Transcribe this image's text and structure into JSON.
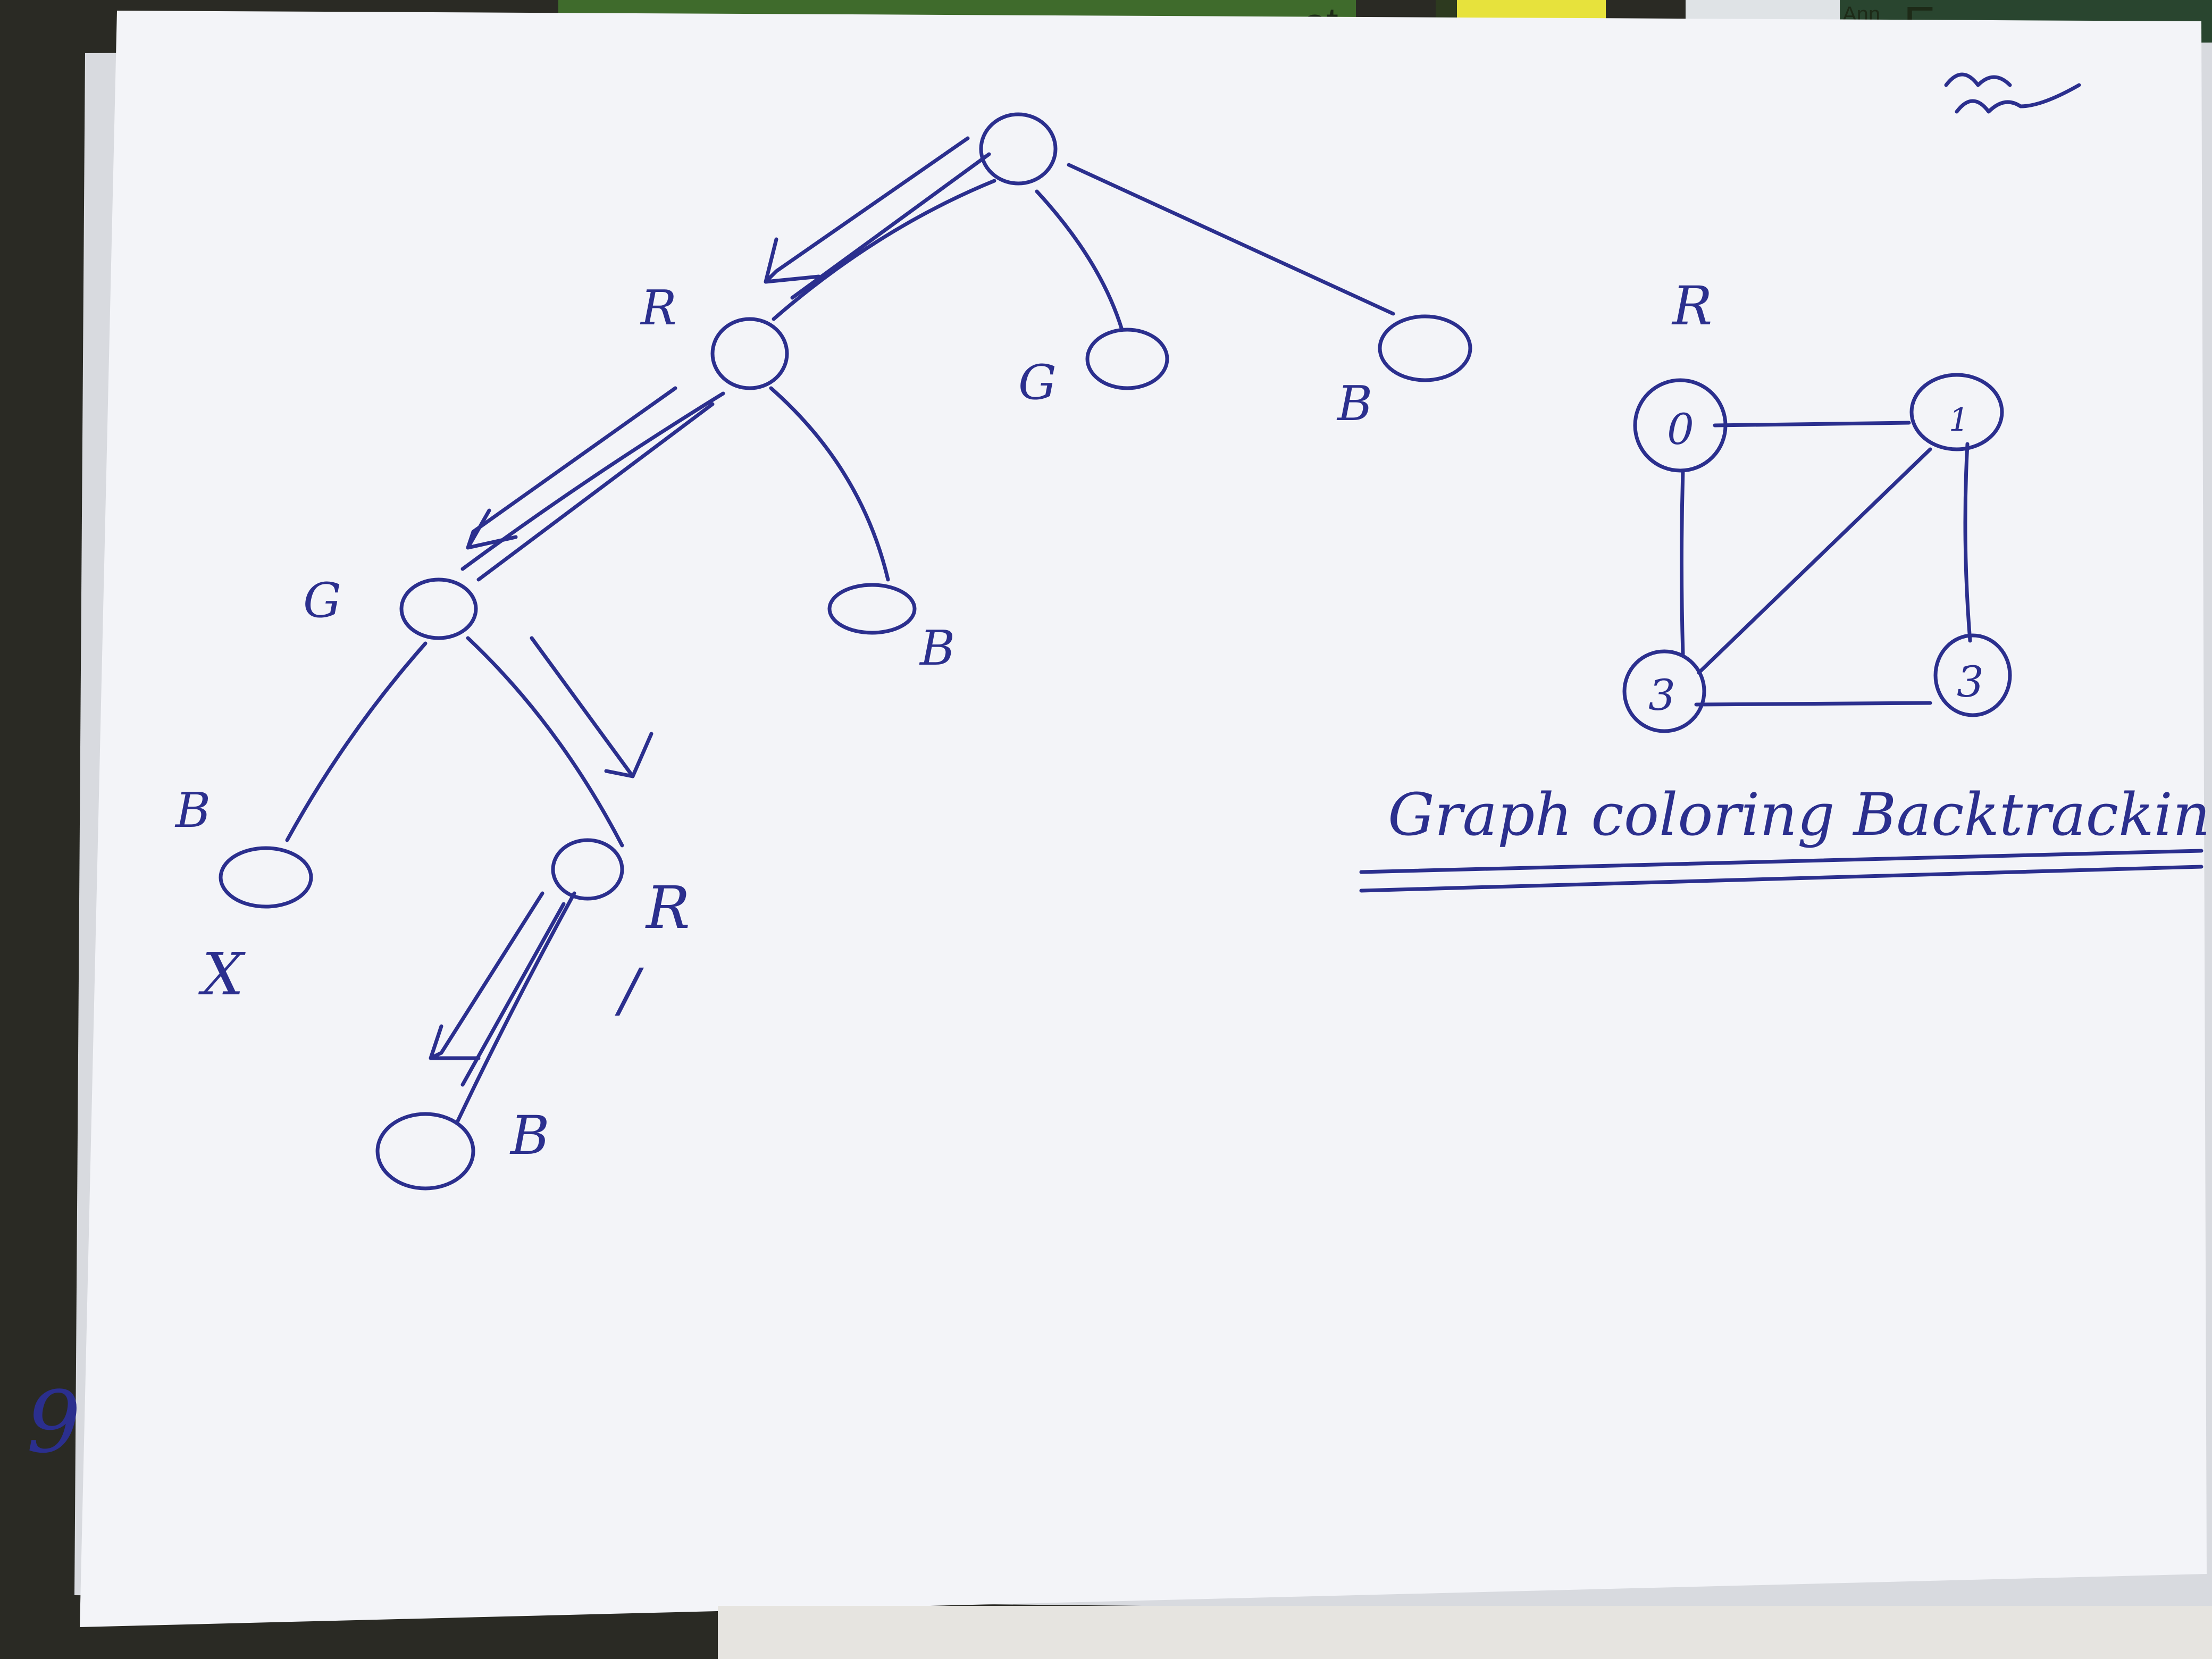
{
  "background_cover": {
    "fragment_ot": "ot",
    "fragment_ann": "Ann",
    "fragment_e": "E"
  },
  "page": {
    "corner_mark": "m",
    "page_number": "9",
    "title": "Graph coloring Backtracking"
  },
  "tree": {
    "nodes": [
      {
        "id": "root",
        "label": ""
      },
      {
        "id": "r1",
        "label": "R"
      },
      {
        "id": "g1",
        "label": "G"
      },
      {
        "id": "b1",
        "label": "B"
      },
      {
        "id": "g2",
        "label": "G"
      },
      {
        "id": "b2",
        "label": "B"
      },
      {
        "id": "b3",
        "label": "B"
      },
      {
        "id": "r2",
        "label": "R"
      },
      {
        "id": "b4",
        "label": "B"
      }
    ],
    "marks": {
      "rejected": "X",
      "accepted": "/"
    }
  },
  "graph": {
    "color_label": "R",
    "vertices": [
      {
        "id": "v0",
        "label": "0"
      },
      {
        "id": "v1",
        "label": "1"
      },
      {
        "id": "v3a",
        "label": "3"
      },
      {
        "id": "v3b",
        "label": "3"
      }
    ],
    "edges": [
      [
        "v0",
        "v1"
      ],
      [
        "v0",
        "v3a"
      ],
      [
        "v1",
        "v3a"
      ],
      [
        "v1",
        "v3b"
      ],
      [
        "v3a",
        "v3b"
      ]
    ]
  },
  "colors": {
    "ink": "#2b2f8e",
    "paper": "#f4f5f8",
    "desk": "#2a2a24"
  }
}
